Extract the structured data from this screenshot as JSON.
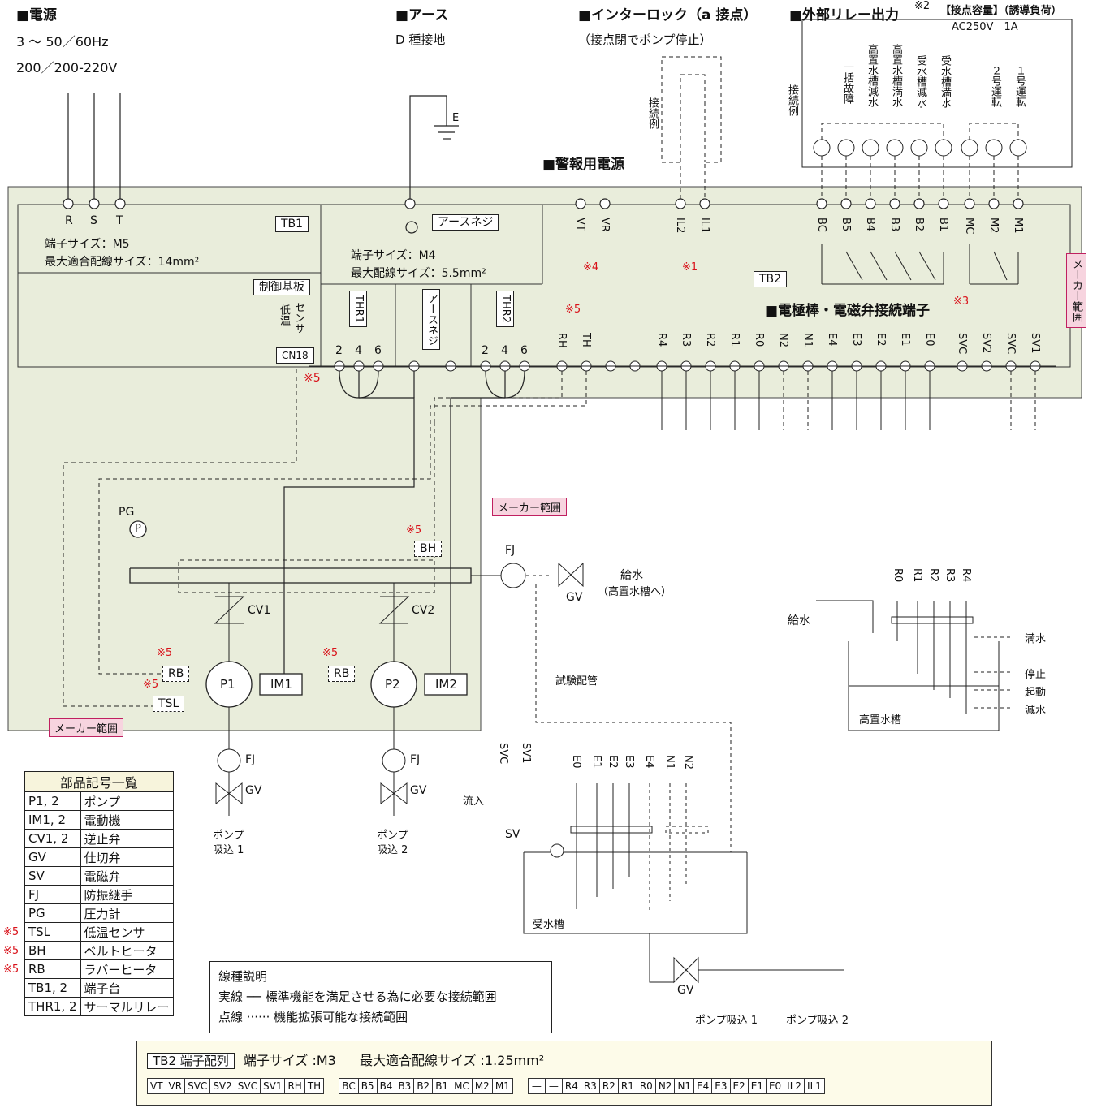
{
  "power": {
    "title": "■電源",
    "line1": "3 〜 50／60Hz",
    "line2": "200／200-220V",
    "terminals": [
      "R",
      "S",
      "T"
    ],
    "tb1": "TB1",
    "terminal_size": "端子サイズ：M5",
    "max_wire": "最大適合配線サイズ：14mm²",
    "control_board": "制御基板",
    "low_temp": "低温",
    "sensor": "センサ",
    "cn18": "CN18"
  },
  "earth": {
    "title": "■アース",
    "sub": "D 種接地",
    "e": "E",
    "screw": "アースネジ",
    "terminal_size": "端子サイズ：M4",
    "max_wire": "最大配線サイズ：5.5mm²",
    "thr1": "THR1",
    "thr2": "THR2",
    "earth_screw_v": "アースネジ",
    "nums1": [
      "2",
      "4",
      "6"
    ],
    "nums2": [
      "2",
      "4",
      "6"
    ]
  },
  "interlock": {
    "title": "■インターロック（a 接点）",
    "sub": "（接点閉でポンプ停止）",
    "example": "接続例",
    "terminals": [
      "IL2",
      "IL1"
    ],
    "note": "※1"
  },
  "alarm": {
    "title": "■警報用電源",
    "terminals": [
      "VT",
      "VR"
    ],
    "note": "※4"
  },
  "relay": {
    "title": "■外部リレー出力",
    "note2": "※2",
    "capacity": "【接点容量】（誘導負荷）",
    "rating": "AC250V　1A",
    "example": "接続例",
    "labels": [
      "一括故障",
      "高置水槽減水",
      "高置水槽満水",
      "受水槽減水",
      "受水槽満水",
      "２号運転",
      "１号運転"
    ],
    "terminals": [
      "BC",
      "B5",
      "B4",
      "B3",
      "B2",
      "B1",
      "MC",
      "M2",
      "M1"
    ],
    "tb2": "TB2"
  },
  "electrode": {
    "title": "■電極棒・電磁弁接続端子",
    "note": "※3",
    "rhth": [
      "RH",
      "TH"
    ],
    "note5": "※5",
    "terminals": [
      "R4",
      "R3",
      "R2",
      "R1",
      "R0",
      "N2",
      "N1",
      "E4",
      "E3",
      "E2",
      "E1",
      "E0",
      "SVC",
      "SV2",
      "SVC",
      "SV1"
    ]
  },
  "maker": "メーカー範囲",
  "pump": {
    "pg": "PG",
    "p": "P",
    "bh": "BH",
    "cv1": "CV1",
    "cv2": "CV2",
    "p1": "P1",
    "p2": "P2",
    "im1": "IM1",
    "im2": "IM2",
    "rb": "RB",
    "tsl": "TSL",
    "fj": "FJ",
    "gv": "GV",
    "suction1a": "ポンプ",
    "suction1b": "吸込 1",
    "suction2a": "ポンプ",
    "suction2b": "吸込 2",
    "note5": "※5"
  },
  "supply": {
    "fj": "FJ",
    "gv": "GV",
    "water": "給水",
    "dest": "（高置水槽へ）",
    "test": "試験配管"
  },
  "upper_tank": {
    "water": "給水",
    "name": "高置水槽",
    "labels": [
      "満水",
      "停止",
      "起動",
      "減水"
    ],
    "electrodes": [
      "R0",
      "R1",
      "R2",
      "R3",
      "R4"
    ]
  },
  "lower_tank": {
    "name": "受水槽",
    "inflow": "流入",
    "sv": "SV",
    "svc": "SVC",
    "sv1": "SV1",
    "electrodes": [
      "E0",
      "E1",
      "E2",
      "E3",
      "E4",
      "N1",
      "N2"
    ],
    "gv": "GV",
    "out1": "ポンプ吸込 1",
    "out2": "ポンプ吸込 2"
  },
  "parts": {
    "header": "部品記号一覧",
    "rows": [
      [
        "",
        "P1, 2",
        "ポンプ"
      ],
      [
        "",
        "IM1, 2",
        "電動機"
      ],
      [
        "",
        "CV1, 2",
        "逆止弁"
      ],
      [
        "",
        "GV",
        "仕切弁"
      ],
      [
        "",
        "SV",
        "電磁弁"
      ],
      [
        "",
        "FJ",
        "防振継手"
      ],
      [
        "",
        "PG",
        "圧力計"
      ],
      [
        "※5",
        "TSL",
        "低温センサ"
      ],
      [
        "※5",
        "BH",
        "ベルトヒータ"
      ],
      [
        "※5",
        "RB",
        "ラバーヒータ"
      ],
      [
        "",
        "TB1, 2",
        "端子台"
      ],
      [
        "",
        "THR1, 2",
        "サーマルリレー"
      ]
    ]
  },
  "legend": {
    "title": "線種説明",
    "solid": "実線 ── 標準機能を満足させる為に必要な接続範囲",
    "dotted": "点線 ······ 機能拡張可能な接続範囲"
  },
  "tb2_table": {
    "title": "TB2 端子配列",
    "size": "端子サイズ :M3",
    "max": "最大適合配線サイズ :1.25mm²",
    "group1": [
      "VT",
      "VR",
      "SVC",
      "SV2",
      "SVC",
      "SV1",
      "RH",
      "TH"
    ],
    "group2": [
      "BC",
      "B5",
      "B4",
      "B3",
      "B2",
      "B1",
      "MC",
      "M2",
      "M1"
    ],
    "group3": [
      "—",
      "—",
      "R4",
      "R3",
      "R2",
      "R1",
      "R0",
      "N2",
      "N1",
      "E4",
      "E3",
      "E2",
      "E1",
      "E0",
      "IL2",
      "IL1"
    ]
  }
}
